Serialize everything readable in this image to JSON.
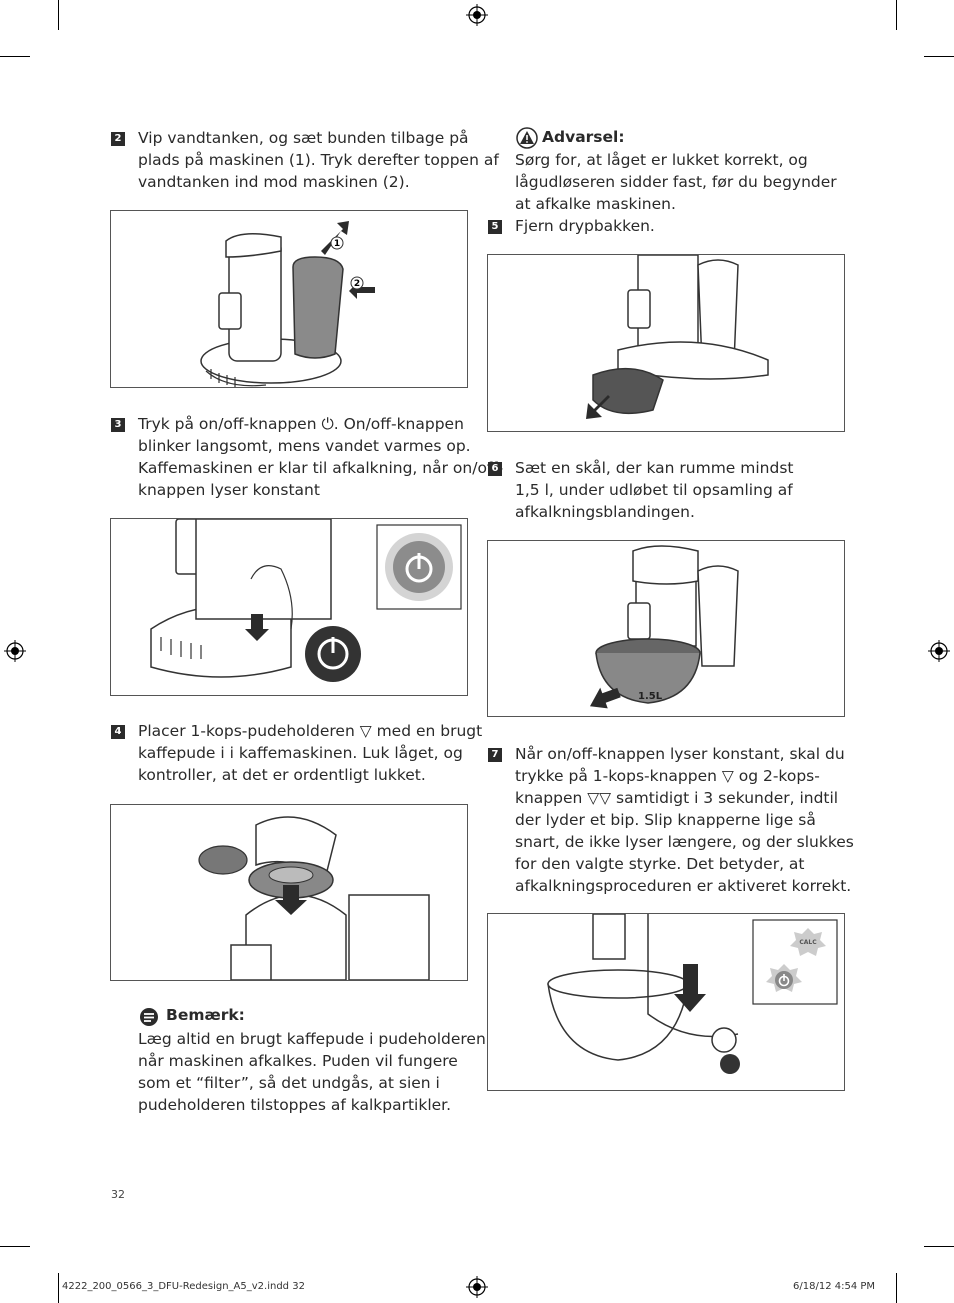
{
  "page_number": "32",
  "footer": {
    "file": "4222_200_0566_3_DFU-Redesign_A5_v2.indd   32",
    "timestamp": "6/18/12   4:54 PM"
  },
  "step2": {
    "num": "2",
    "lines": [
      "Vip vandtanken, og sæt bunden tilbage på",
      "plads på maskinen (1). Tryk derefter toppen af",
      "vandtanken ind mod maskinen (2)."
    ]
  },
  "fig1": {
    "callout1": "1",
    "callout2": "2"
  },
  "step3": {
    "num": "3",
    "lines": [
      "Tryk på on/off-knappen ⏻. On/off-knappen",
      "blinker langsomt, mens vandet varmes op.",
      "Kaffemaskinen er klar til afkalkning, når on/off-",
      "knappen lyser konstant"
    ]
  },
  "step4": {
    "num": "4",
    "lines": [
      "Placer 1-kops-pudeholderen ▽ med en brugt",
      "kaffepude i i kaffemaskinen. Luk låget, og",
      "kontroller, at det er ordentligt lukket."
    ]
  },
  "note": {
    "title": "Bemærk:",
    "lines": [
      "Læg altid en brugt kaffepude i pudeholderen,",
      "når maskinen afkalkes. Puden vil fungere",
      "som et “filter”, så det undgås, at sien i",
      "pudeholderen tilstoppes af kalkpartikler."
    ]
  },
  "warning": {
    "title": "Advarsel:",
    "lines": [
      "Sørg for, at låget er lukket korrekt, og",
      "lågudløseren sidder fast, før du begynder",
      "at afkalke maskinen."
    ]
  },
  "step5": {
    "num": "5",
    "lines": [
      "Fjern drypbakken."
    ]
  },
  "step6": {
    "num": "6",
    "lines": [
      "Sæt en skål, der kan rumme mindst",
      "1,5 l, under udløbet til opsamling af",
      "afkalkningsblandingen."
    ]
  },
  "fig5": {
    "bowl_label": "1.5L"
  },
  "step7": {
    "num": "7",
    "lines": [
      "Når on/off-knappen lyser konstant, skal du",
      "trykke på 1-kops-knappen ▽ og 2-kops-",
      "knappen ▽▽ samtidigt i 3 sekunder, indtil",
      "der lyder et bip. Slip knapperne lige så",
      "snart, de ikke lyser længere, og der slukkes",
      "for den valgte styrke. Det betyder, at",
      "afkalkningsproceduren er aktiveret korrekt."
    ]
  },
  "fig6": {
    "calc_label": "CALC"
  },
  "colors": {
    "text": "#2a2a2a",
    "step_badge": "#2b2b2b",
    "figure_border": "#555555",
    "tank_gray": "#8a8a8a"
  }
}
